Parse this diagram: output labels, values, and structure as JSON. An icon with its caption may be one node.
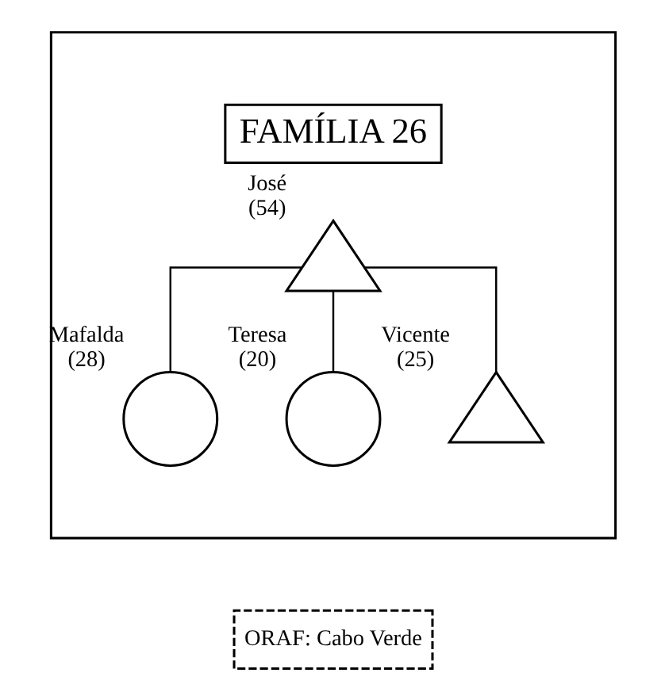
{
  "diagram": {
    "nodes": [
      {
        "text": [],
        "shape": "box"
      },
      {
        "text": [
          "FAMÍLIA 26"
        ],
        "in": 0
      },
      {
        "text": [],
        "shape": "triangle",
        "in": 0,
        "beside": [
          "José (54)"
        ]
      },
      {
        "text": [],
        "shape": "circle",
        "in": 0,
        "beside": [
          "Mafalda (28)"
        ]
      },
      {
        "text": [],
        "shape": "circle",
        "in": 0,
        "beside": [
          "Teresa (20)"
        ]
      },
      {
        "text": [],
        "shape": "triangle",
        "in": 0,
        "beside": [
          "Vicente (25)"
        ]
      },
      {
        "text": [
          "ORAF: Cabo Verde"
        ]
      }
    ],
    "edges": [
      {
        "from": 2,
        "to": 3,
        "arrow": "none"
      },
      {
        "from": 2,
        "to": 4,
        "arrow": "none"
      },
      {
        "from": 2,
        "to": 5,
        "arrow": "none"
      }
    ]
  }
}
